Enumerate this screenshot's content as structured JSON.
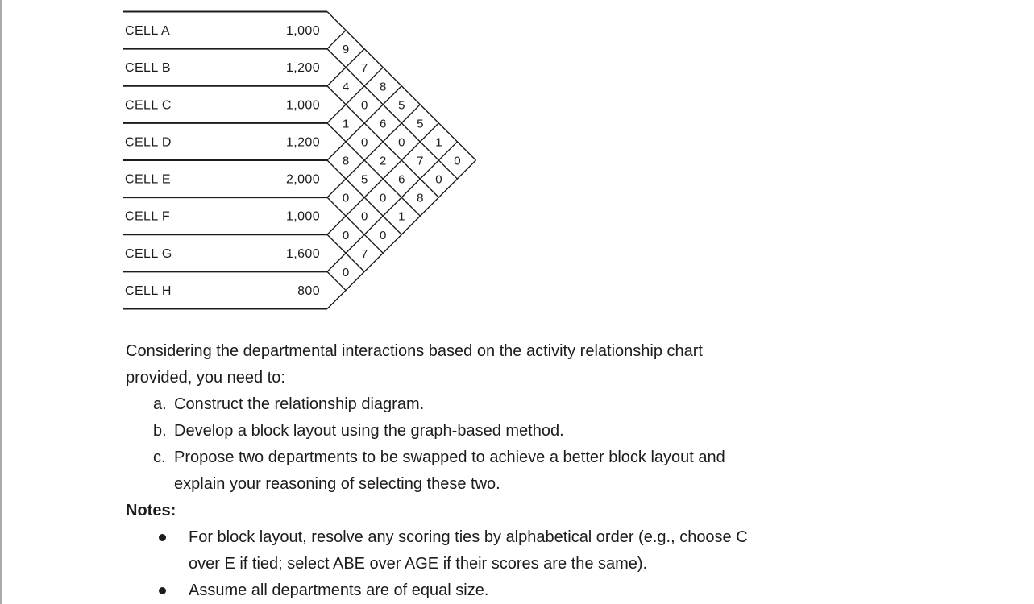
{
  "page": {
    "background": "#ffffff",
    "text_color": "#1c1c1c",
    "edge_color": "#ababab"
  },
  "rel_chart": {
    "description": "activity relationship chart",
    "cells": [
      {
        "id": "A",
        "label": "CELL A",
        "area": "1,000"
      },
      {
        "id": "B",
        "label": "CELL B",
        "area": "1,200"
      },
      {
        "id": "C",
        "label": "CELL C",
        "area": "1,000"
      },
      {
        "id": "D",
        "label": "CELL D",
        "area": "1,200"
      },
      {
        "id": "E",
        "label": "CELL E",
        "area": "2,000"
      },
      {
        "id": "F",
        "label": "CELL F",
        "area": "1,000"
      },
      {
        "id": "G",
        "label": "CELL G",
        "area": "1,600"
      },
      {
        "id": "H",
        "label": "CELL H",
        "area": "800"
      }
    ],
    "ratings": {
      "A": {
        "B": "9",
        "C": "7",
        "D": "8",
        "E": "5",
        "F": "5",
        "G": "1",
        "H": "0"
      },
      "B": {
        "C": "4",
        "D": "0",
        "E": "6",
        "F": "0",
        "G": "7",
        "H": "0"
      },
      "C": {
        "D": "1",
        "E": "0",
        "F": "2",
        "G": "6",
        "H": "8"
      },
      "D": {
        "E": "8",
        "F": "5",
        "G": "0",
        "H": "1"
      },
      "E": {
        "F": "0",
        "G": "0",
        "H": "0"
      },
      "F": {
        "G": "0",
        "H": "7"
      },
      "G": {
        "H": "0"
      }
    }
  },
  "problem": {
    "intro_lines": [
      "Considering the departmental interactions based on the activity relationship chart",
      "provided, you need to:"
    ],
    "tasks": [
      {
        "marker": "a.",
        "lines": [
          "Construct the relationship diagram."
        ]
      },
      {
        "marker": "b.",
        "lines": [
          "Develop a block layout using the graph-based method."
        ]
      },
      {
        "marker": "c.",
        "lines": [
          "Propose two departments to be swapped to achieve a better block layout and",
          "explain your reasoning of selecting these two."
        ]
      }
    ],
    "notes_heading": "Notes:",
    "notes": [
      {
        "lines": [
          "For block layout, resolve any scoring ties by alphabetical order (e.g., choose C",
          "over E if tied; select ABE over AGE if their scores are the same)."
        ]
      },
      {
        "lines": [
          "Assume all departments are of equal size."
        ]
      }
    ]
  }
}
